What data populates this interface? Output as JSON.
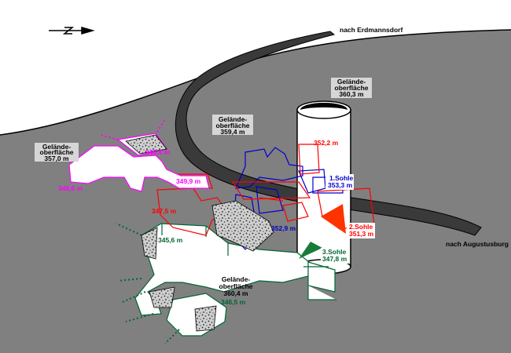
{
  "north_arrow": {
    "icon": "north-arrow-icon"
  },
  "road_labels": {
    "erdmannsdorf": "nach Erdmannsdorf",
    "augustusburg": "nach Augustusburg"
  },
  "surface_labels": {
    "left": {
      "line1": "Gelände-",
      "line2": "oberfläche",
      "line3": "357,0 m"
    },
    "center": {
      "line1": "Gelände-",
      "line2": "oberfläche",
      "line3": "359,4 m"
    },
    "shaft": {
      "line1": "Gelände-",
      "line2": "oberfläche",
      "line3": "360,3 m"
    },
    "bottom": {
      "line1": "Gelände-",
      "line2": "oberfläche",
      "line3": "360,4 m"
    }
  },
  "levels": {
    "sohle1": {
      "name": "1.Sohle",
      "height": "353,3 m"
    },
    "sohle2": {
      "name": "2.Sohle",
      "height": "351,3 m"
    },
    "sohle3": {
      "name": "3.Sohle",
      "height": "347,8 m"
    }
  },
  "elevations": {
    "e3494": "349,4 m",
    "e3486": "348,6 m",
    "e3499": "349,9 m",
    "e3475": "347,5 m",
    "e3522": "352,2 m",
    "e3529": "352,9 m",
    "e3456": "345,6 m",
    "e3465": "346,5 m"
  },
  "colors": {
    "background": "#ffffff",
    "terrain": "#808080",
    "road": "#3c3c3c",
    "magenta_level": "#ff00ff",
    "red_level": "#ff0000",
    "blue_level": "#0000cc",
    "green_level": "#006633",
    "label_box": "#d6d6d6"
  }
}
